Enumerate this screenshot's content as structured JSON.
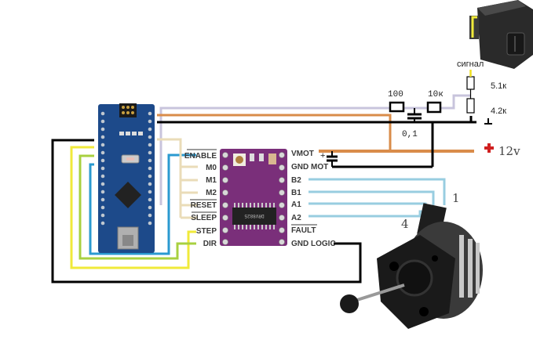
{
  "diagram": {
    "title": "Arduino Nano + DRV8825 stepper motor wiring",
    "colors": {
      "wire_black": "#000000",
      "wire_orange": "#d98c4a",
      "wire_lavender": "#c8c4dc",
      "wire_beige": "#eadcb8",
      "wire_blue": "#2a9ad0",
      "wire_lightblue": "#98cde0",
      "wire_yellow": "#f0ea3a",
      "wire_green": "#a8d040",
      "nano_board": "#1d4a8a",
      "driver_board": "#7a2f7a",
      "plus_red": "#d02020"
    },
    "driver": {
      "name": "DRV8825",
      "left_pins": [
        "ENABLE",
        "M0",
        "M1",
        "M2",
        "RESET",
        "SLEEP",
        "STEP",
        "DIR"
      ],
      "left_pins_overlined": [
        "ENABLE",
        "RESET",
        "SLEEP"
      ],
      "right_pins": [
        "VMOT",
        "GND MOT",
        "B2",
        "B1",
        "A1",
        "A2",
        "FAULT",
        "GND LOGIC"
      ],
      "right_pins_overlined": [
        "FAULT"
      ],
      "chip_text": "DRV8825"
    },
    "components": {
      "resistor_100": "100",
      "resistor_10k": "10к",
      "capacitor": "0,1",
      "resistor_51k": "5.1к",
      "resistor_42k": "4.2к",
      "signal_label": "сигнал",
      "power_plus": "+",
      "power_label": "12v",
      "cap_plus": "+",
      "ground_symbol": "⊥"
    },
    "motor": {
      "pin1_label": "1",
      "pin4_label": "4"
    }
  }
}
